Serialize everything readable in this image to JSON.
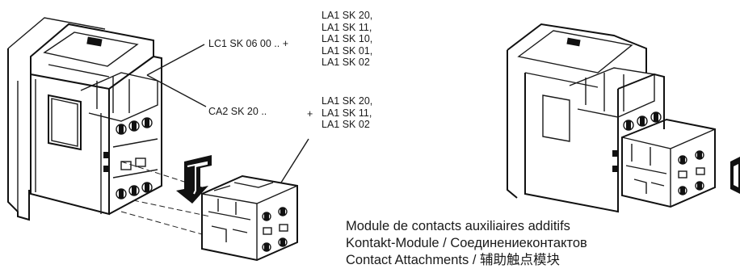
{
  "labels": {
    "lc1_code": "LC1 SK 06 00 ..  +",
    "ca2_code": "CA2 SK 20 ..",
    "ca2_plus": "+",
    "lc1_options": [
      "LA1 SK 20,",
      "LA1 SK 11,",
      "LA1 SK 10,",
      "LA1 SK 01,",
      "LA1 SK 02"
    ],
    "ca2_options": [
      "LA1 SK 20,",
      "LA1 SK 11,",
      "LA1 SK 02"
    ]
  },
  "caption": {
    "fr": "Module de contacts auxiliaires additifs",
    "de_ru": "Kontakt-Module / Соединениеконтактов",
    "en_zh": "Contact Attachments / 辅助触点模块"
  }
}
